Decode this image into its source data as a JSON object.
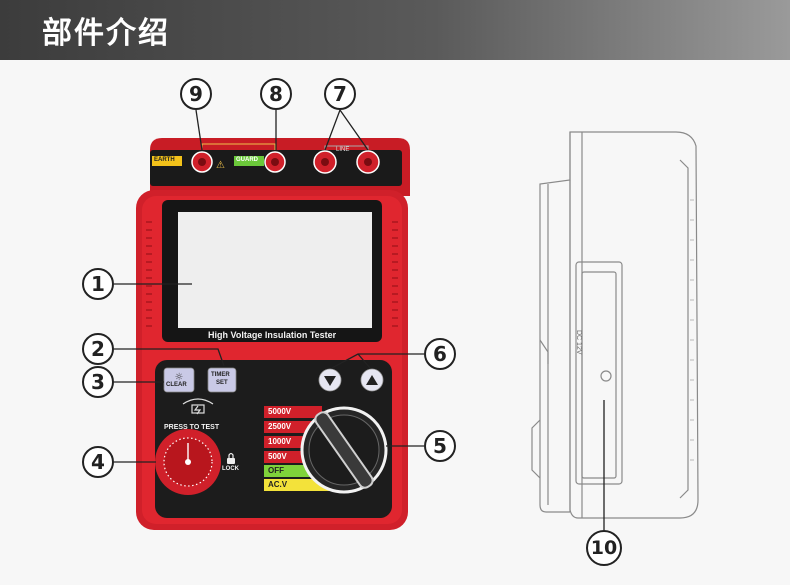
{
  "header": {
    "title": "部件介绍"
  },
  "device": {
    "panel_title": "High Voltage Insulation Tester",
    "terminals": {
      "earth": "EARTH",
      "guard": "GUARD",
      "line": "LINE"
    },
    "buttons": {
      "clear": "CLEAR",
      "timer": "TIMER",
      "set": "SET"
    },
    "press_to_test": "PRESS TO TEST",
    "lock": "LOCK",
    "ranges": [
      "5000V",
      "2500V",
      "1000V",
      "500V",
      "OFF",
      "AC.V"
    ],
    "side_label": "DC 12V"
  },
  "callouts": [
    "1",
    "2",
    "3",
    "4",
    "5",
    "6",
    "7",
    "8",
    "9",
    "10"
  ],
  "colors": {
    "device_red": "#d0202a",
    "dark": "#1e1e1e",
    "off_green": "#7fd23a",
    "acv_yellow": "#f3e23a"
  }
}
